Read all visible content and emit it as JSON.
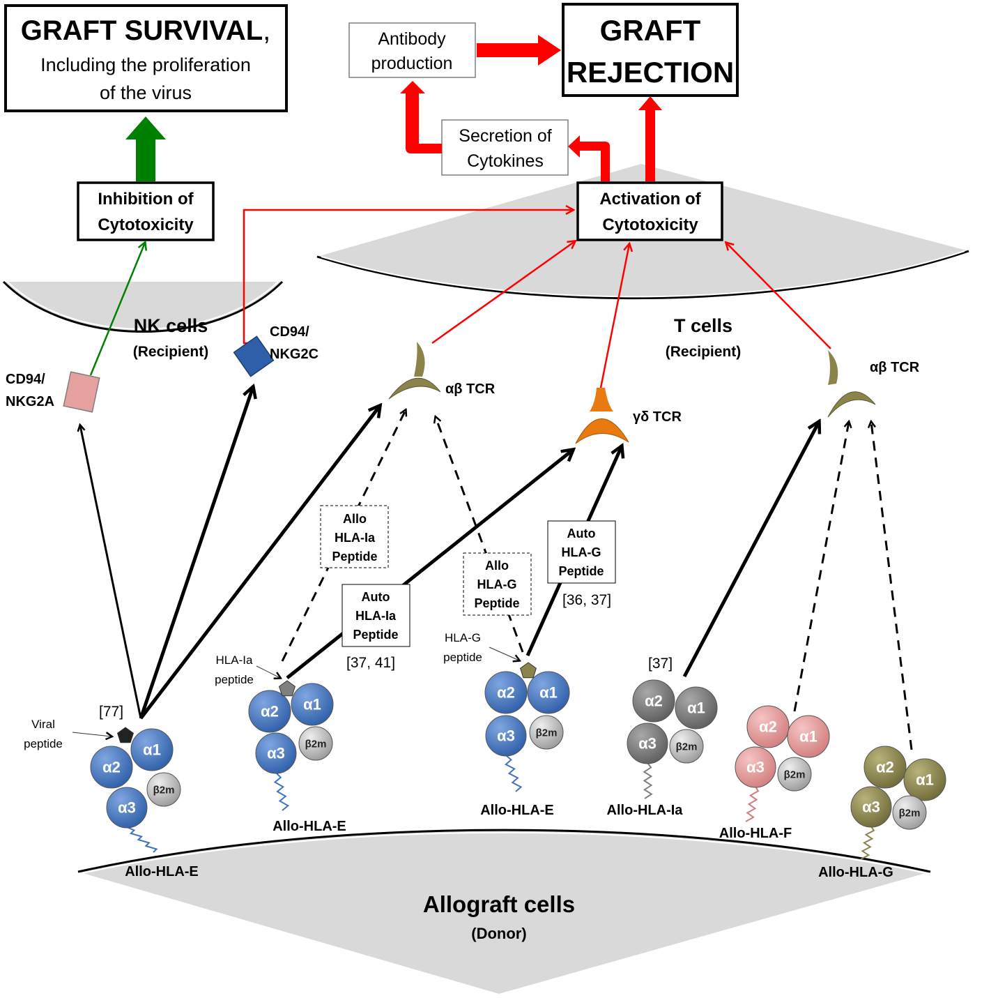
{
  "boxes": {
    "graft_survival_title": "GRAFT SURVIVAL",
    "graft_survival_comma": ",",
    "graft_survival_line2": "Including the proliferation",
    "graft_survival_line3": "of the virus",
    "graft_rejection_line1": "GRAFT",
    "graft_rejection_line2": "REJECTION",
    "antibody_line1": "Antibody",
    "antibody_line2": "production",
    "secretion_line1": "Secretion of",
    "secretion_line2": "Cytokines",
    "inhibition_line1": "Inhibition of",
    "inhibition_line2": "Cytotoxicity",
    "activation_line1": "Activation of",
    "activation_line2": "Cytotoxicity"
  },
  "cells": {
    "nk_title": "NK cells",
    "nk_subtitle": "(Recipient)",
    "t_title": "T cells",
    "t_subtitle": "(Recipient)",
    "allograft_title": "Allograft cells",
    "allograft_subtitle": "(Donor)"
  },
  "receptors": {
    "nkg2a_line1": "CD94/",
    "nkg2a_line2": "NKG2A",
    "nkg2c_line1": "CD94/",
    "nkg2c_line2": "NKG2C",
    "abtcr_left": "αβ TCR",
    "gdtcr": "γδ TCR",
    "abtcr_right": "αβ TCR"
  },
  "peptide_boxes": {
    "allo_hla_ia": [
      "Allo",
      "HLA-Ia",
      "Peptide"
    ],
    "auto_hla_ia": [
      "Auto",
      "HLA-Ia",
      "Peptide"
    ],
    "allo_hla_g": [
      "Allo",
      "HLA-G",
      "Peptide"
    ],
    "auto_hla_g": [
      "Auto",
      "HLA-G",
      "Peptide"
    ]
  },
  "references": {
    "ref_77": "[77]",
    "ref_37_41": "[37, 41]",
    "ref_36_37": "[36, 37]",
    "ref_37": "[37]"
  },
  "peptide_labels": {
    "viral_line1": "Viral",
    "viral_line2": "peptide",
    "hla_ia_line1": "HLA-Ia",
    "hla_ia_line2": "peptide",
    "hla_g_line1": "HLA-G",
    "hla_g_line2": "peptide"
  },
  "molecules": {
    "subunit_a1": "α1",
    "subunit_a2": "α2",
    "subunit_a3": "α3",
    "subunit_b2m": "β2m",
    "m1_label": "Allo-HLA-E",
    "m2_label": "Allo-HLA-E",
    "m3_label": "Allo-HLA-E",
    "m4_label": "Allo-HLA-Ia",
    "m5_label": "Allo-HLA-F",
    "m6_label": "Allo-HLA-G"
  },
  "colors": {
    "hla_e": "#3f73c0",
    "hla_ia": "#7f7f7f",
    "hla_f": "#e89a9a",
    "hla_g": "#8a844a",
    "b2m": "#c6c6c6",
    "cell_fill": "#d9d9d9",
    "activation_arrow": "#ff0000",
    "inhibition_arrow": "#008000",
    "nkg2a": "#e5a0a0",
    "nkg2c": "#2e5fa8",
    "ab_tcr": "#8a844a",
    "gd_tcr": "#e87a10"
  }
}
